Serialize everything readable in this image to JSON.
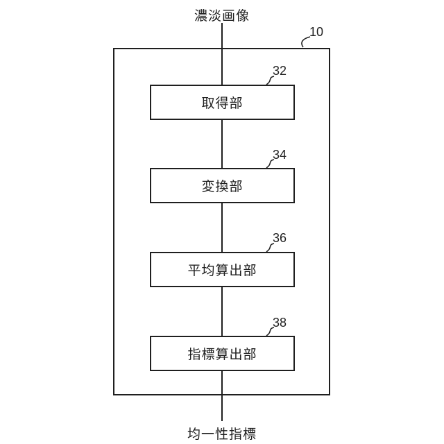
{
  "diagram": {
    "input_label": "濃淡画像",
    "output_label": "均一性指標",
    "outer_box_ref": "10",
    "blocks": [
      {
        "label": "取得部",
        "ref": "32"
      },
      {
        "label": "変換部",
        "ref": "34"
      },
      {
        "label": "平均算出部",
        "ref": "36"
      },
      {
        "label": "指標算出部",
        "ref": "38"
      }
    ],
    "colors": {
      "line": "#1f1f1f",
      "background": "#ffffff"
    }
  }
}
